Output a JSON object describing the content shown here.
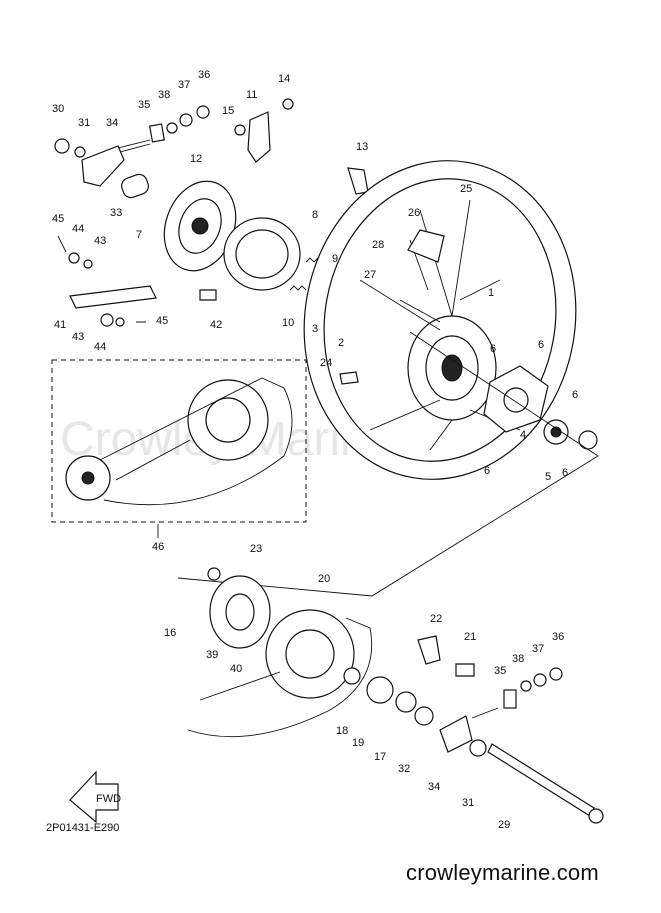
{
  "diagram_code": "2P01431-E290",
  "brand_caption": "crowleymarine.com",
  "watermark": "Crowley Marine",
  "fwd_label": "FWD",
  "callouts": [
    "1",
    "2",
    "3",
    "4",
    "5",
    "6",
    "6",
    "6",
    "6",
    "6",
    "7",
    "8",
    "9",
    "10",
    "11",
    "12",
    "13",
    "14",
    "15",
    "16",
    "17",
    "18",
    "19",
    "20",
    "21",
    "22",
    "23",
    "24",
    "25",
    "26",
    "27",
    "28",
    "29",
    "30",
    "31",
    "33",
    "34",
    "35",
    "36",
    "37",
    "38",
    "41",
    "42",
    "43",
    "43",
    "44",
    "44",
    "45",
    "45",
    "46",
    "39",
    "40",
    "31",
    "32",
    "34",
    "35",
    "36",
    "37",
    "38"
  ]
}
